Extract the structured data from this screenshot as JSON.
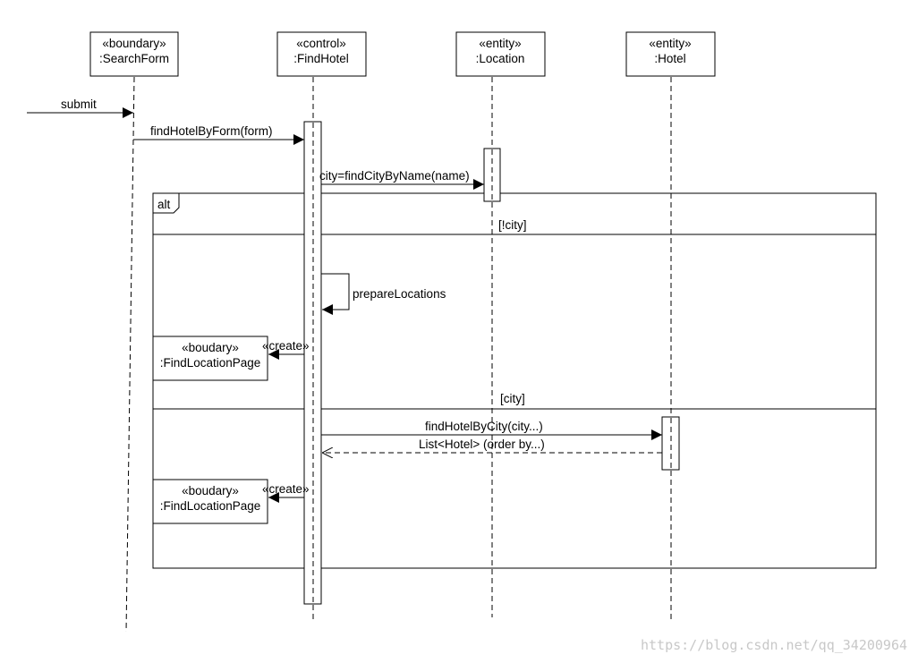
{
  "participants": [
    {
      "id": "searchform",
      "stereotype": "«boundary»",
      "name": ":SearchForm"
    },
    {
      "id": "findhotel",
      "stereotype": "«control»",
      "name": ":FindHotel"
    },
    {
      "id": "location",
      "stereotype": "«entity»",
      "name": ":Location"
    },
    {
      "id": "hotel",
      "stereotype": "«entity»",
      "name": ":Hotel"
    }
  ],
  "messages": {
    "submit": "submit",
    "find_hotel_by_form": "findHotelByForm(form)",
    "find_city_by_name": "city=findCityByName(name)",
    "prepare_locations": "prepareLocations",
    "create_1": "«create»",
    "find_hotel_by_city": "findHotelByCity(city...)",
    "hotel_list_return": "List<Hotel> (order by...)",
    "create_2": "«create»"
  },
  "fragment": {
    "operator": "alt",
    "guard_1": "[!city]",
    "guard_2": "[city]"
  },
  "created_objects": [
    {
      "stereotype": "«boudary»",
      "name": ":FindLocationPage"
    },
    {
      "stereotype": "«boudary»",
      "name": ":FindLocationPage"
    }
  ],
  "watermark": "https://blog.csdn.net/qq_34200964"
}
